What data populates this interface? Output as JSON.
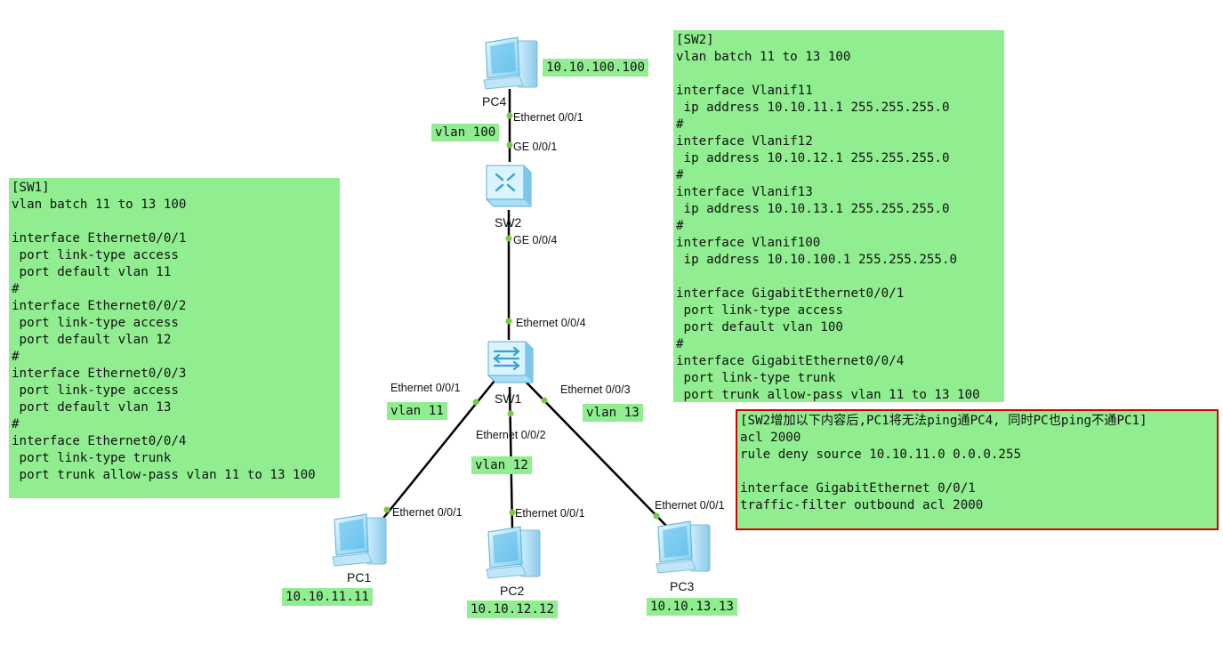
{
  "devices": {
    "pc4": "PC4",
    "sw2": "SW2",
    "sw1": "SW1",
    "pc1": "PC1",
    "pc2": "PC2",
    "pc3": "PC3"
  },
  "ips": {
    "pc4": "10.10.100.100",
    "pc1": "10.10.11.11",
    "pc2": "10.10.12.12",
    "pc3": "10.10.13.13"
  },
  "vlans": {
    "v100": "vlan 100",
    "v11": "vlan 11",
    "v12": "vlan 12",
    "v13": "vlan 13"
  },
  "ports": {
    "pc4_e001": "Ethernet 0/0/1",
    "sw2_ge001": "GE 0/0/1",
    "sw2_ge004": "GE 0/0/4",
    "sw1_e004": "Ethernet 0/0/4",
    "sw1_e001": "Ethernet 0/0/1",
    "sw1_e003": "Ethernet 0/0/3",
    "sw1_e002": "Ethernet 0/0/2",
    "pc1_e001": "Ethernet 0/0/1",
    "pc2_e001": "Ethernet 0/0/1",
    "pc3_e001": "Ethernet 0/0/1"
  },
  "sw1_config": "[SW1]\nvlan batch 11 to 13 100\n\ninterface Ethernet0/0/1\n port link-type access\n port default vlan 11\n#\ninterface Ethernet0/0/2\n port link-type access\n port default vlan 12\n#\ninterface Ethernet0/0/3\n port link-type access\n port default vlan 13\n#\ninterface Ethernet0/0/4\n port link-type trunk\n port trunk allow-pass vlan 11 to 13 100",
  "sw2_config": "[SW2]\nvlan batch 11 to 13 100\n\ninterface Vlanif11\n ip address 10.10.11.1 255.255.255.0\n#\ninterface Vlanif12\n ip address 10.10.12.1 255.255.255.0\n#\ninterface Vlanif13\n ip address 10.10.13.1 255.255.255.0\n#\ninterface Vlanif100\n ip address 10.10.100.1 255.255.255.0\n\ninterface GigabitEthernet0/0/1\n port link-type access\n port default vlan 100\n#\ninterface GigabitEthernet0/0/4\n port link-type trunk\n port trunk allow-pass vlan 11 to 13 100",
  "acl_note": "[SW2增加以下内容后,PC1将无法ping通PC4, 同时PC也ping不通PC1]\nacl 2000\nrule deny source 10.10.11.0 0.0.0.255\n\ninterface GigabitEthernet 0/0/1\ntraffic-filter outbound acl 2000",
  "colors": {
    "note_bg": "#90ee90",
    "acl_border": "#d00000",
    "port_dot": "#7ac943",
    "link": "#000000"
  }
}
